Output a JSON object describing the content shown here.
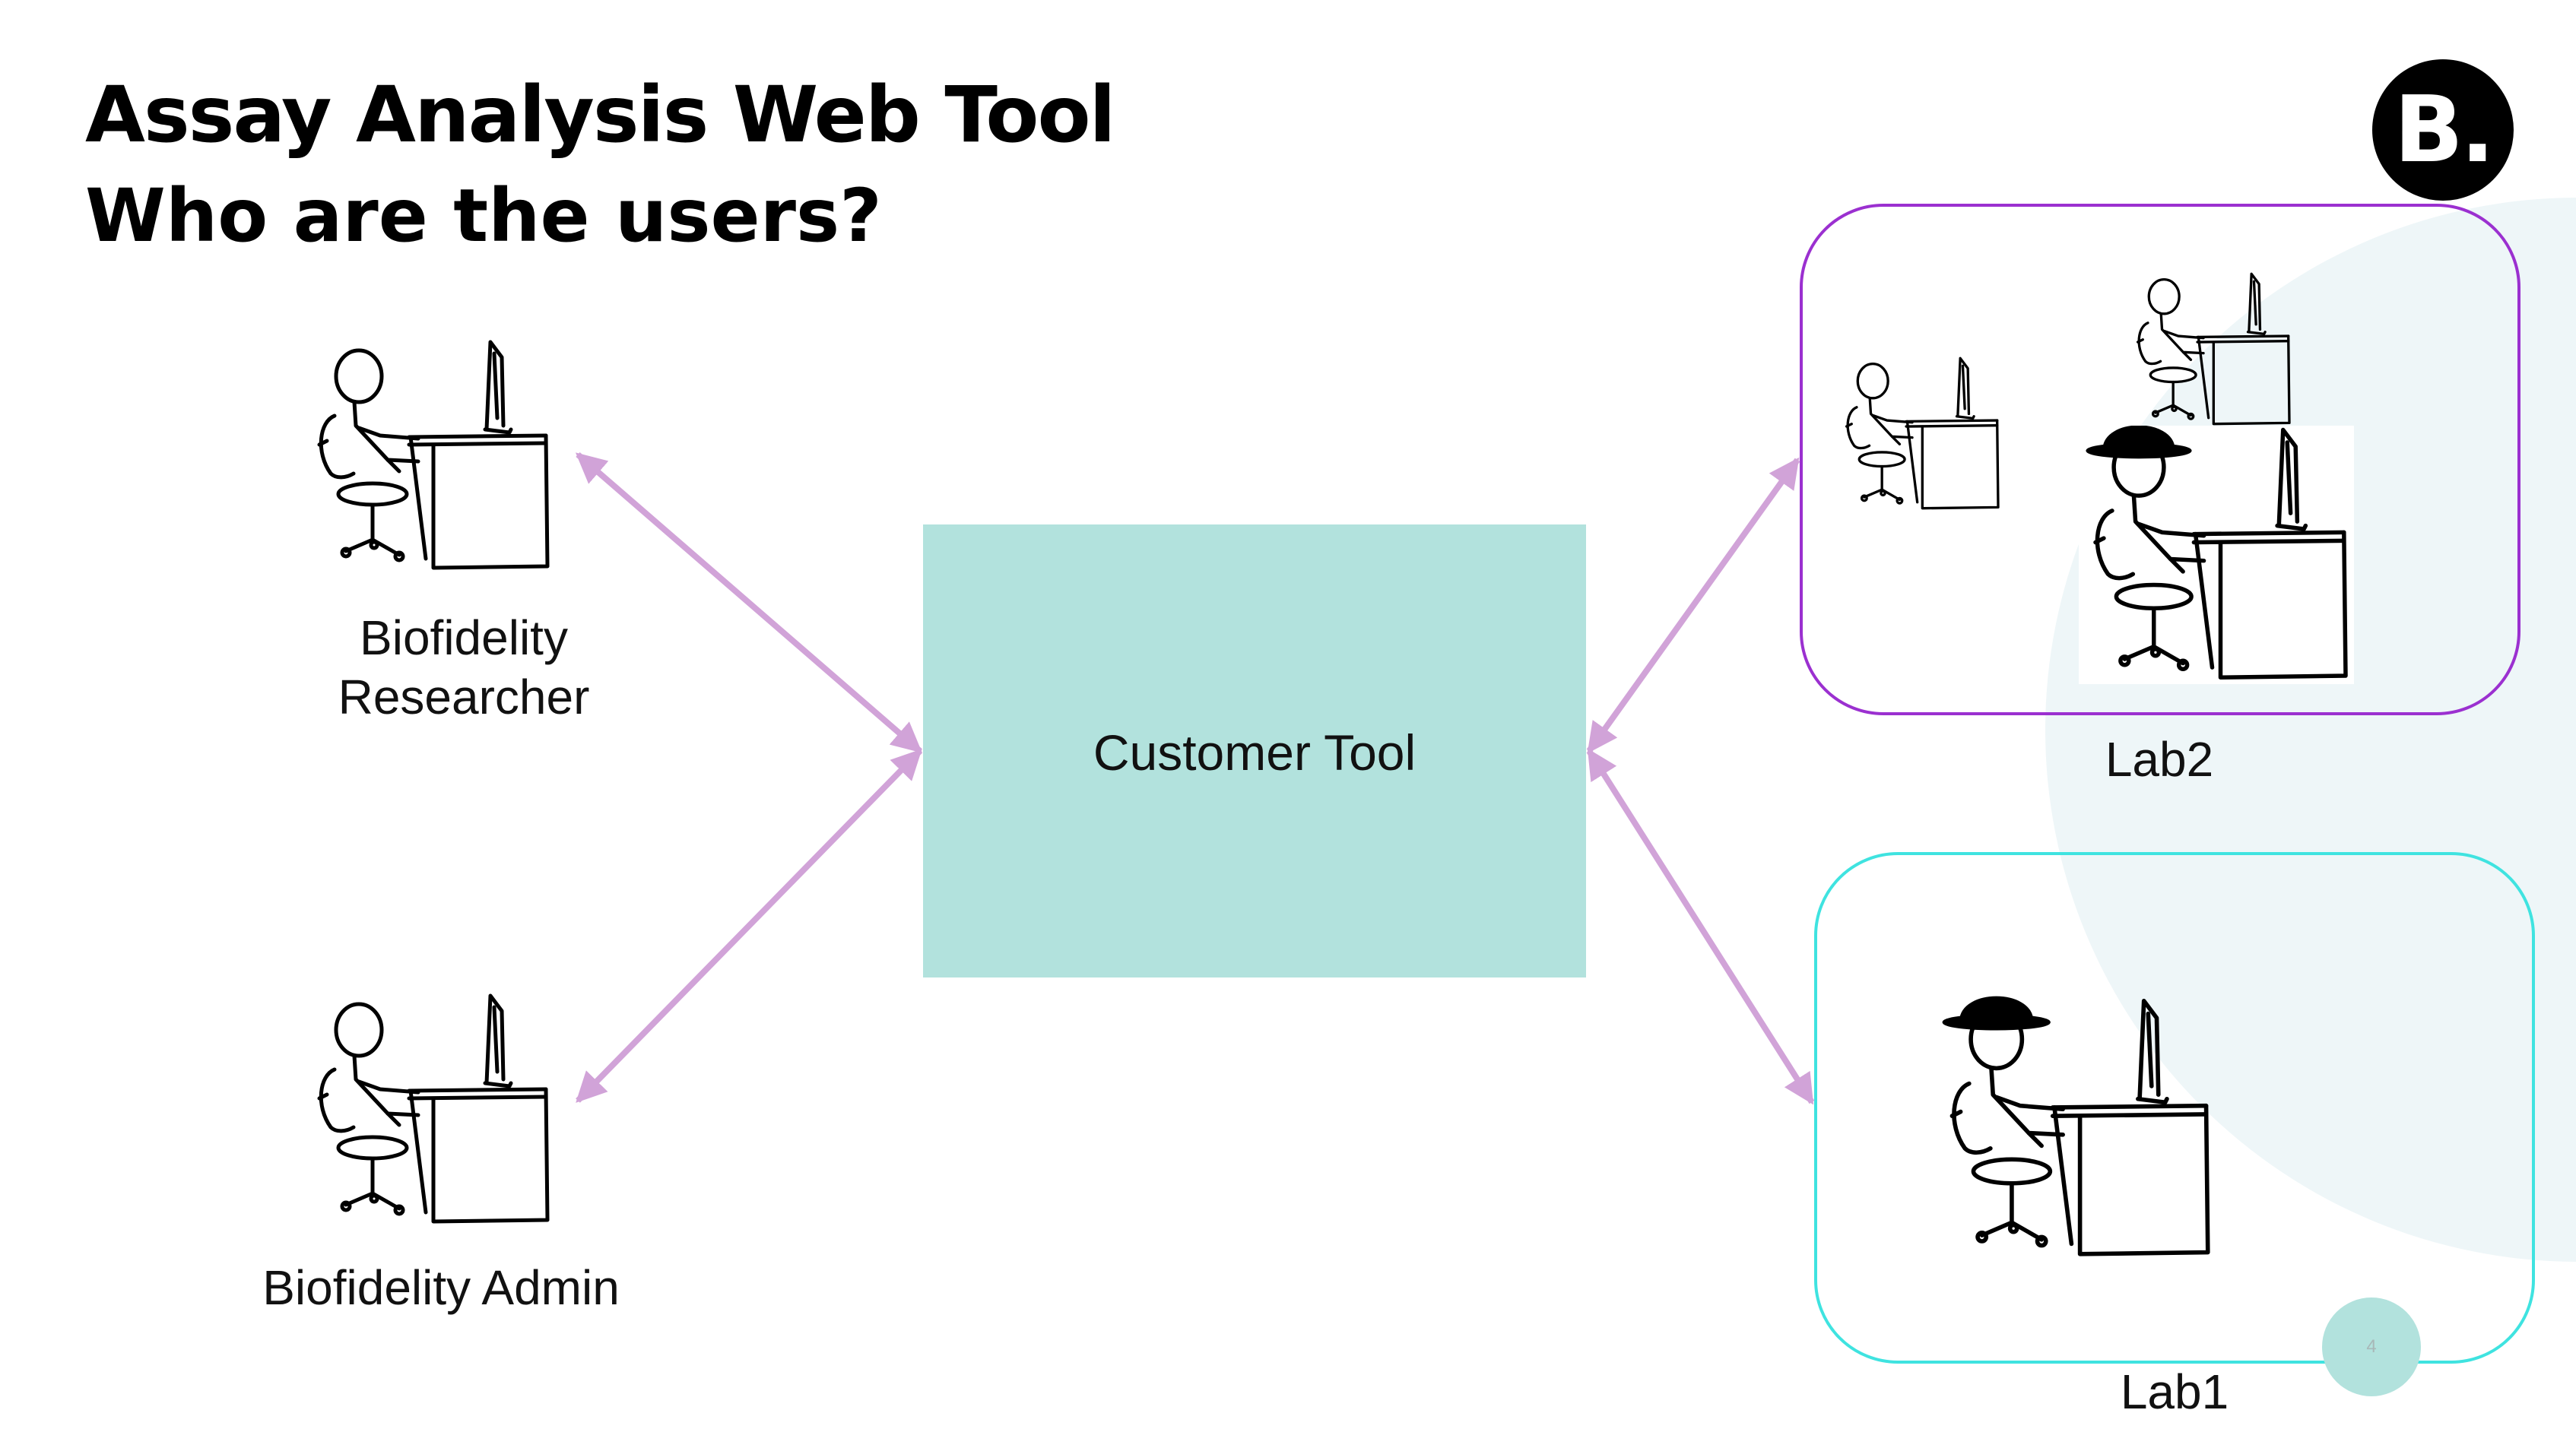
{
  "slide": {
    "title": "Assay Analysis Web Tool",
    "subtitle": "Who are the users?",
    "logo_text": "B.",
    "page_number": "4"
  },
  "diagram": {
    "center": {
      "label": "Customer Tool"
    },
    "users": [
      {
        "label": "Biofidelity\nResearcher",
        "icon": "person-at-computer-icon"
      },
      {
        "label": "Biofidelity Admin",
        "icon": "person-at-computer-icon"
      }
    ],
    "groups": [
      {
        "label": "Lab2",
        "border_color": "#9b30d0",
        "icons": [
          "person-at-computer-icon",
          "person-at-computer-icon",
          "person-with-bowler-hat-at-computer-icon"
        ]
      },
      {
        "label": "Lab1",
        "border_color": "#3fe3e0",
        "icons": [
          "person-with-bowler-hat-at-computer-icon"
        ]
      }
    ],
    "connections": [
      {
        "from": "Customer Tool",
        "to": "Biofidelity Researcher",
        "type": "bidirectional"
      },
      {
        "from": "Customer Tool",
        "to": "Biofidelity Admin",
        "type": "bidirectional"
      },
      {
        "from": "Customer Tool",
        "to": "Lab2",
        "type": "bidirectional"
      },
      {
        "from": "Customer Tool",
        "to": "Lab1",
        "type": "bidirectional"
      }
    ]
  },
  "colors": {
    "center_fill": "#b2e2dd",
    "arrow": "#d1a3d8",
    "lab2_border": "#9b30d0",
    "lab1_border": "#3fe3e0",
    "background_accent": "#eef6f8"
  }
}
